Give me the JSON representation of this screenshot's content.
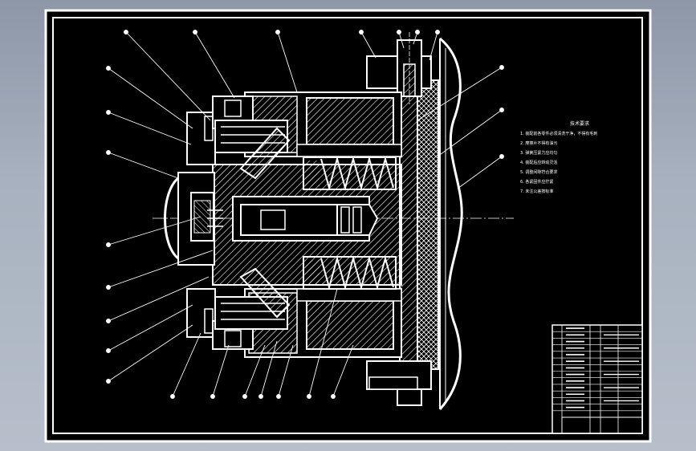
{
  "viewport": "CAD drawing viewer",
  "drawing": {
    "notes_title": "技术要求",
    "notes": [
      "1. 装配前各零件必须清洗干净，不得有毛刺",
      "2. 摩擦片不得有油污",
      "3. 弹簧压紧力应均匀",
      "4. 装配后应转动灵活",
      "5. 调整间隙符合要求",
      "6. 各紧固件应拧紧",
      "7. 未注公差按标准"
    ],
    "title_block": {
      "rows": 14
    }
  },
  "colors": {
    "paper": "#000000",
    "line": "#ffffff",
    "frame": "#ffffff",
    "background": "#9aa3b3"
  }
}
